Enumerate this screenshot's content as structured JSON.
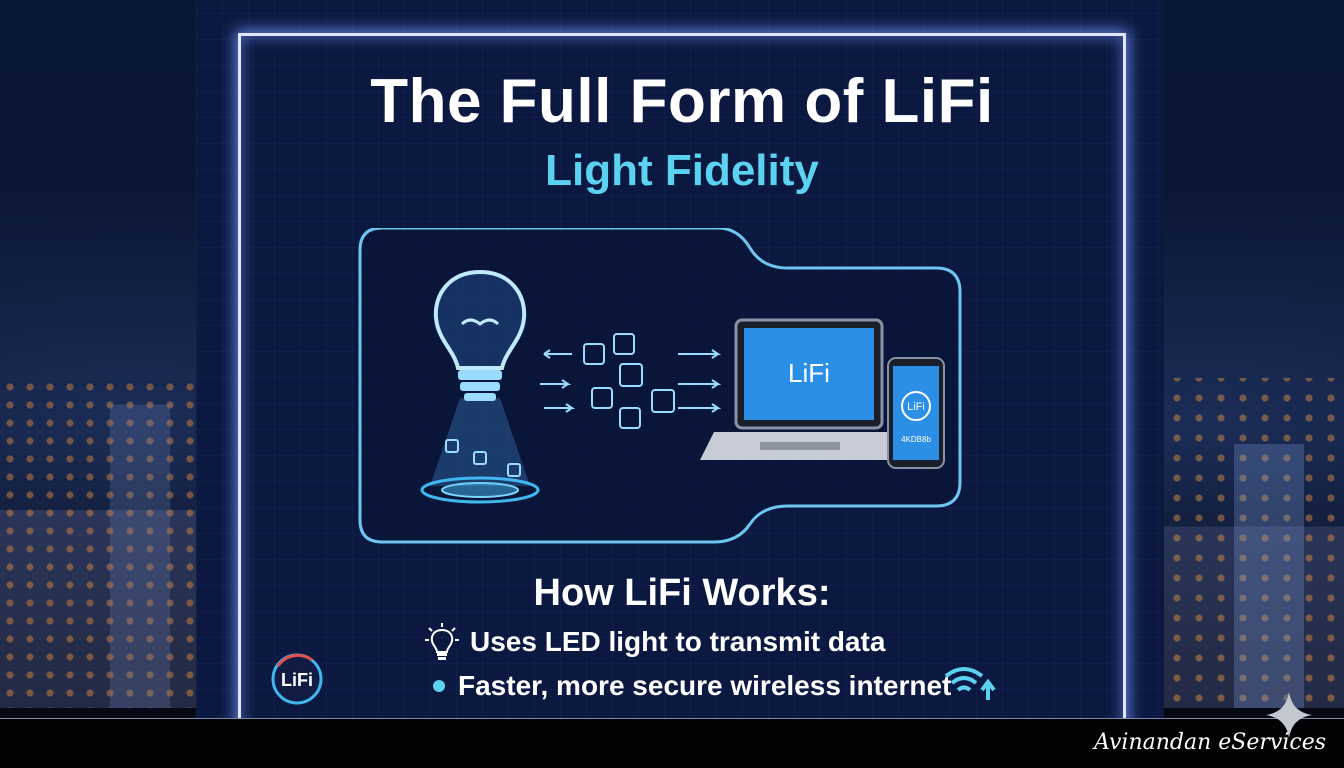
{
  "title": "The Full Form of LiFi",
  "subtitle": "Light Fidelity",
  "diagram": {
    "laptop_label": "LiFi",
    "phone_label": "LiFi",
    "phone_caption": "4KDB8b"
  },
  "how_section": {
    "heading": "How LiFi Works:",
    "bullets": [
      "Uses LED light to transmit data",
      "Faster, more secure wireless internet"
    ]
  },
  "logo_text": "LiFi",
  "brand": "Avinandan eServices",
  "colors": {
    "accent": "#5ad2f0",
    "frame": "#dfe6ff",
    "background": "#0b1840"
  }
}
